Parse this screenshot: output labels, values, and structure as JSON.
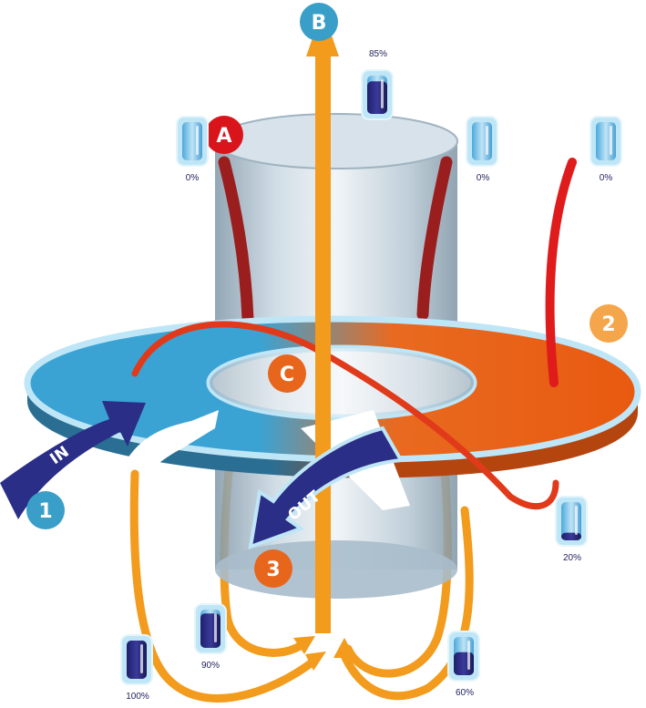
{
  "badges": {
    "one": "1",
    "two": "2",
    "three": "3",
    "a": "A",
    "b": "B",
    "c": "C"
  },
  "arrows": {
    "in_label": "IN",
    "out_label": "OUT"
  },
  "gauges": [
    {
      "label": "85%",
      "fill": 0.85
    },
    {
      "label": "0%",
      "fill": 0.0
    },
    {
      "label": "0%",
      "fill": 0.0
    },
    {
      "label": "0%",
      "fill": 0.0
    },
    {
      "label": "20%",
      "fill": 0.2
    },
    {
      "label": "60%",
      "fill": 0.6
    },
    {
      "label": "90%",
      "fill": 0.9
    },
    {
      "label": "100%",
      "fill": 1.0
    }
  ],
  "colors": {
    "cold_blue": "#3aa3d4",
    "hot_orange": "#e85a10",
    "flow_orange": "#f29b1c",
    "hot_red": "#e01b1b",
    "dark_red": "#9b1e1e",
    "navy": "#2b2e86",
    "cylinder": "#b8cad6",
    "badge_blue": "#3a9fc8",
    "badge_orange": "#f5a54a",
    "badge_red": "#d9141b",
    "badge_orange_dark": "#e8651c"
  }
}
